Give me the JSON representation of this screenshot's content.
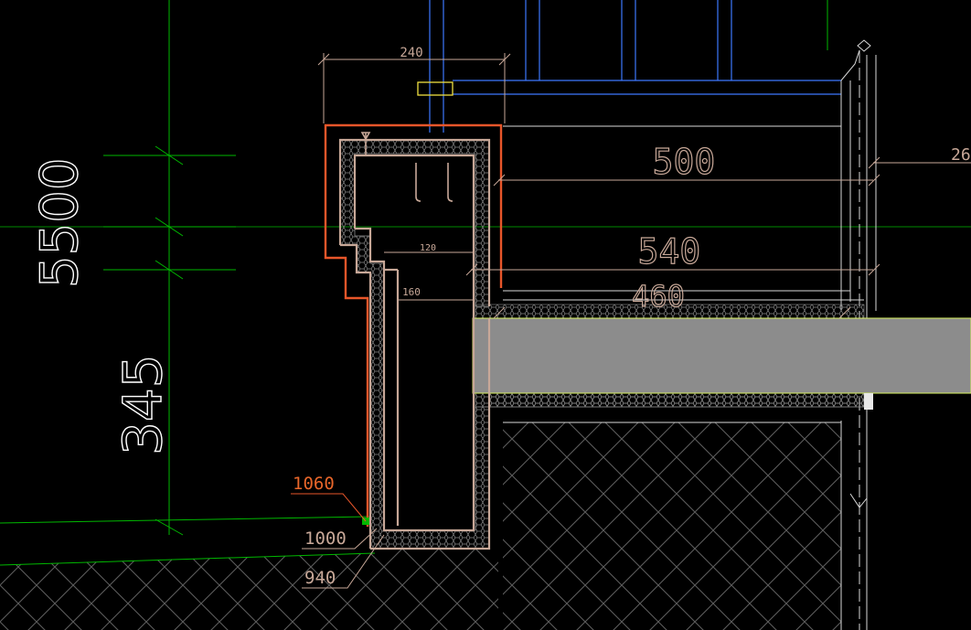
{
  "drawing": {
    "dimensions": {
      "d240": "240",
      "d500": "500",
      "d540": "540",
      "d460": "460",
      "d120": "120",
      "d160": "160",
      "d26": "26",
      "v5500": "5500",
      "v345": "345"
    },
    "elevations": {
      "e1060": "1060",
      "e1000": "1000",
      "e940": "940"
    },
    "colors": {
      "background": "#000000",
      "grid": "#00c000",
      "outline_red": "#e8562a",
      "outline_tan": "#c8a898",
      "slab": "#8c8c8c",
      "blue_line": "#3c78ff",
      "hatch": "#6e6e6e",
      "tag_yellow": "#f0e040"
    }
  }
}
